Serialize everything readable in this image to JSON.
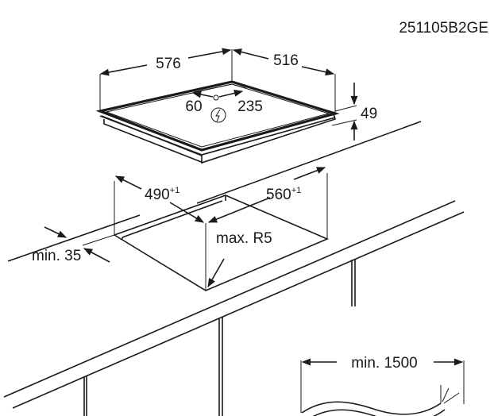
{
  "drawing_code": "251105B2GE",
  "hob": {
    "width": "576",
    "depth": "516",
    "height": "49",
    "connection_left": "60",
    "connection_right": "235",
    "electric_symbol": "lightning-icon"
  },
  "cutout": {
    "width": "490",
    "width_tolerance": "+1",
    "depth": "560",
    "depth_tolerance": "+1",
    "corner_radius": "max. R5",
    "edge_distance": "min. 35"
  },
  "cable": {
    "length": "min. 1500"
  }
}
